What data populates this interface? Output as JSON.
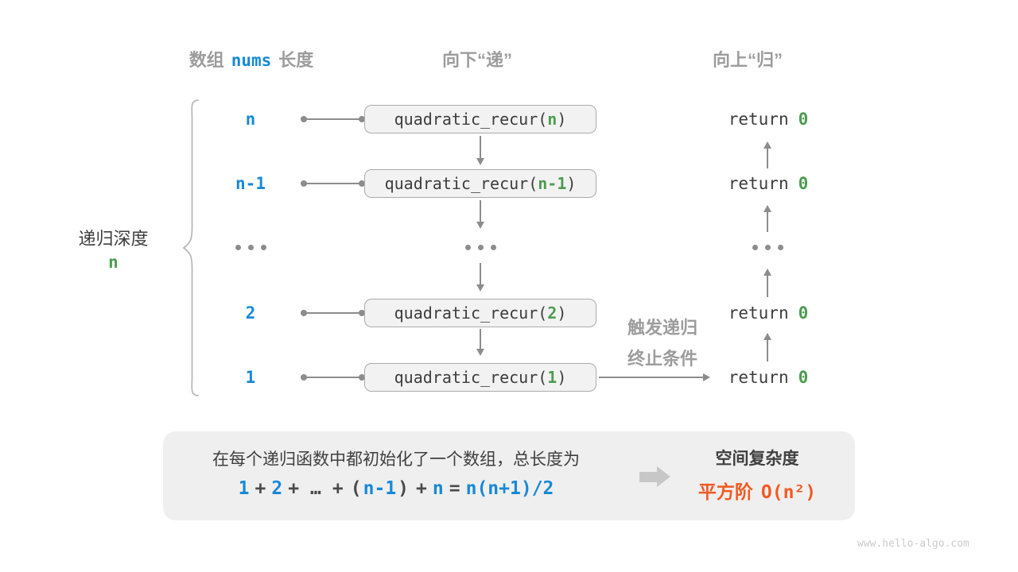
{
  "colors": {
    "blue": "#1889d6",
    "green": "#4d9c51",
    "orange": "#f15a23",
    "gray_label": "#9c9c9c",
    "dark_text": "#3d3d3d",
    "line_gray": "#8c8c8c",
    "box_fill": "#f2f2f2",
    "box_border": "#ababab",
    "summary_fill": "#efefef"
  },
  "headers": {
    "array_label_prefix": "数组",
    "array_code": "nums",
    "array_label_suffix": "长度",
    "descend": "向下“递”",
    "ascend": "向上“归”"
  },
  "depth": {
    "label": "递归深度",
    "value": "n"
  },
  "rows": [
    {
      "label": "n",
      "call_prefix": "quadratic_recur(",
      "call_arg": "n",
      "call_suffix": ")",
      "ret_keyword": "return",
      "ret_value": "0"
    },
    {
      "label": "n-1",
      "call_prefix": "quadratic_recur(",
      "call_arg": "n-1",
      "call_suffix": ")",
      "ret_keyword": "return",
      "ret_value": "0"
    },
    {
      "label": "2",
      "call_prefix": "quadratic_recur(",
      "call_arg": "2",
      "call_suffix": ")",
      "ret_keyword": "return",
      "ret_value": "0"
    },
    {
      "label": "1",
      "call_prefix": "quadratic_recur(",
      "call_arg": "1",
      "call_suffix": ")",
      "ret_keyword": "return",
      "ret_value": "0"
    }
  ],
  "icons": {
    "ellipsis": "three-dots",
    "flow_arrow": "right-block-arrow",
    "brace": "left-curly-brace"
  },
  "annotation": {
    "line1": "触发递归",
    "line2": "终止条件"
  },
  "summary": {
    "description": "在每个递归函数中都初始化了一个数组，总长度为",
    "formula": {
      "n1": "1",
      "op1": "+",
      "n2": "2",
      "op2": "+",
      "dots": "…",
      "op3": "+",
      "lparen": "(",
      "n3": "n-1",
      "rparen": ")",
      "op4": "+",
      "n4": "n",
      "eq": "=",
      "result": "n(n+1)/2"
    },
    "complexity_label": "空间复杂度",
    "complexity_value_text": "平方阶",
    "complexity_value_code": "O(n²)"
  },
  "footer": {
    "watermark": "www.hello-algo.com"
  }
}
